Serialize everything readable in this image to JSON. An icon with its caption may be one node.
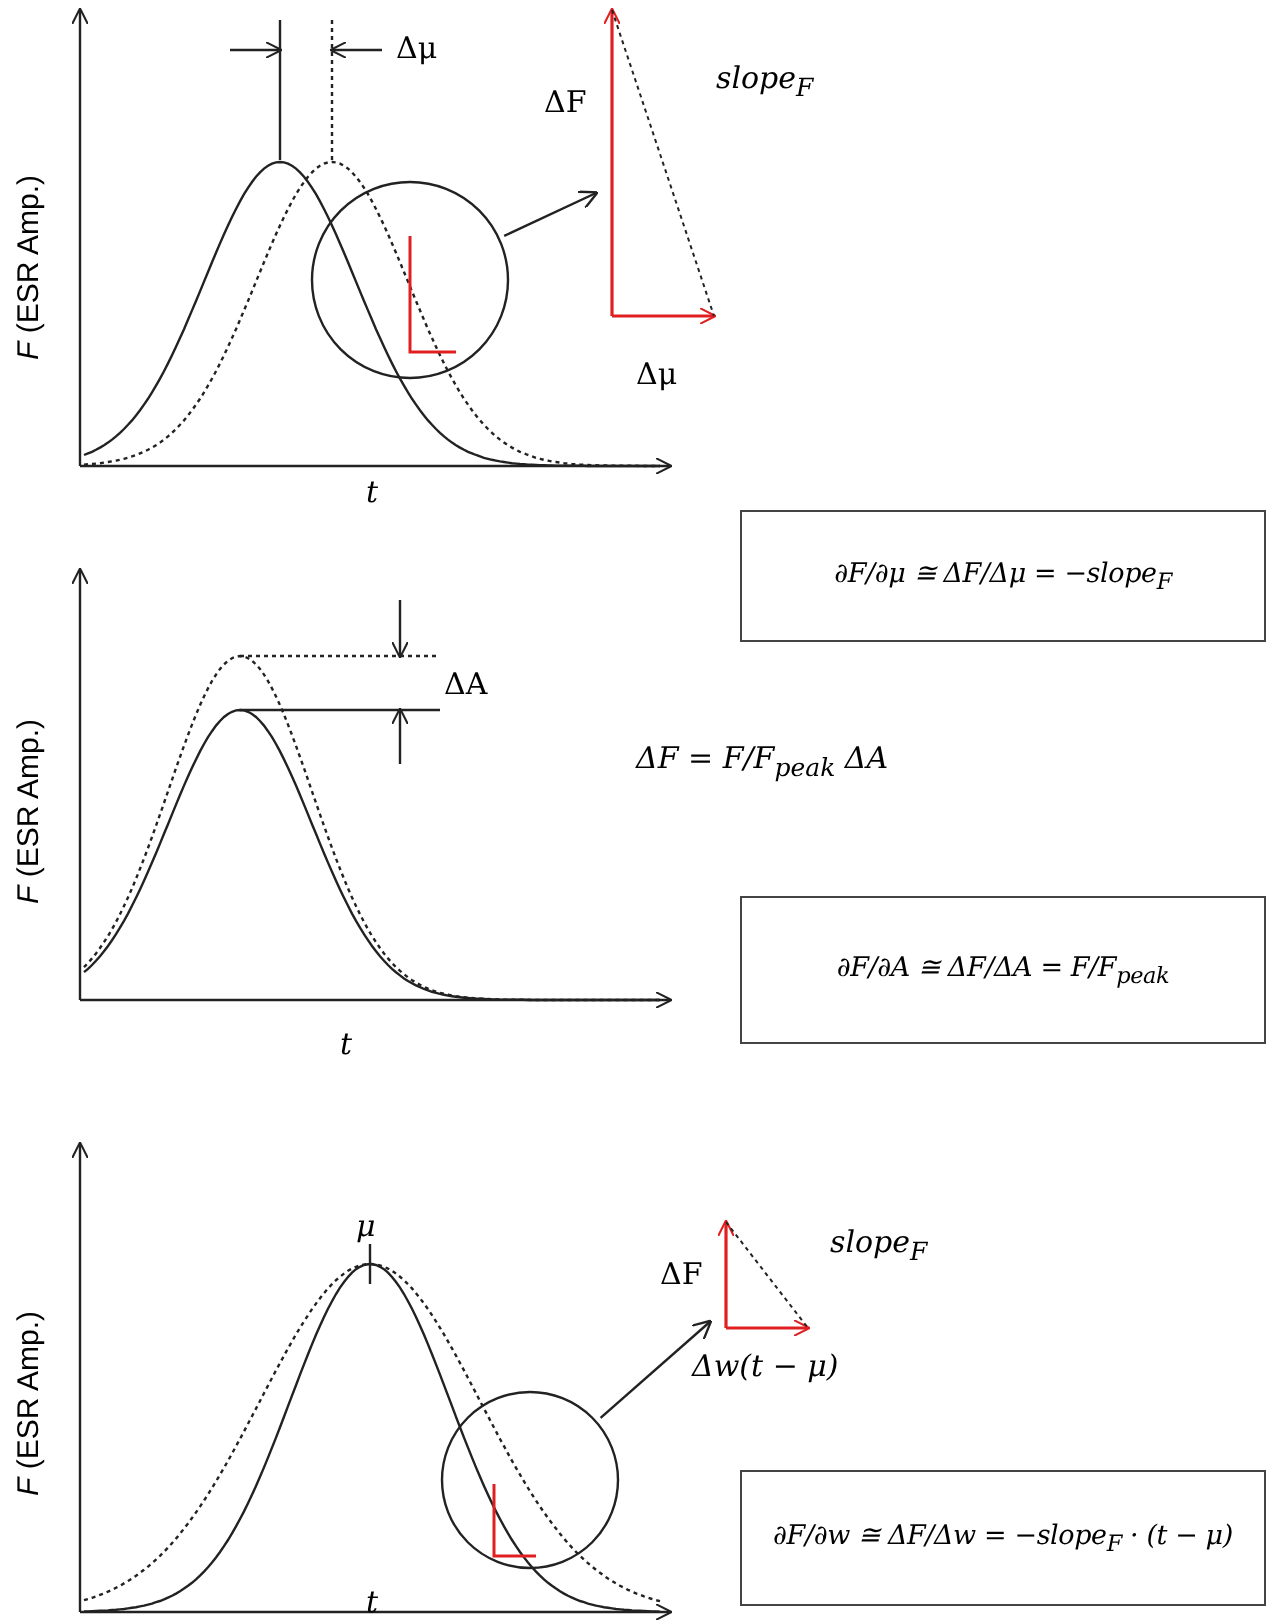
{
  "diagram": {
    "nodes": [
      {
        "text": [],
        "shape": "circle"
      },
      {
        "text": [],
        "shape": "triangle",
        "beside": [
          "ΔF",
          "slope$_{F}$",
          "Δμ"
        ]
      },
      {
        "text": [
          "∂F/∂μ ≅ ΔF/Δμ = −slope$_{F}$"
        ]
      },
      {
        "text": [
          "∂F/∂A ≅ ΔF/ΔA = F/F$_{peak}$"
        ]
      },
      {
        "text": [],
        "shape": "circle"
      },
      {
        "text": [],
        "shape": "triangle",
        "beside": [
          "ΔF",
          "slope$_{F}$",
          "Δw(t − μ)"
        ]
      },
      {
        "text": [
          "∂F/∂w ≅ ΔF/Δw = −slope$_{F}$ · (t − μ)"
        ]
      }
    ],
    "edges": [
      {
        "from": 0,
        "to": 1,
        "arrow": "to"
      },
      {
        "from": 4,
        "to": 5,
        "arrow": "to"
      }
    ],
    "labels": [
      "Δμ",
      "*F* (ESR Amp.)",
      "*t*",
      "ΔA",
      "ΔF = F/F$_{peak}$ ΔA",
      "*F* (ESR Amp.)",
      "*t*",
      "μ",
      "*F* (ESR Amp.)",
      "*t*"
    ]
  }
}
